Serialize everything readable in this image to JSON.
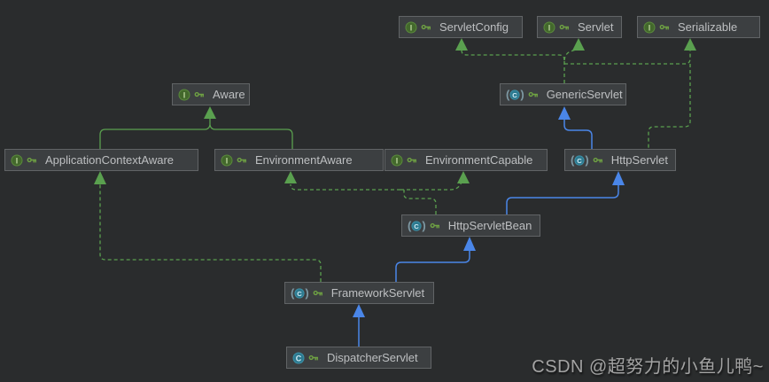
{
  "diagram_title": "DispatcherServlet class hierarchy UML diagram",
  "colors": {
    "background": "#2a2c2d",
    "node_fill": "#3c3f41",
    "node_border": "#616466",
    "node_text": "#bdbfc1",
    "interface_edge_green": "#5aa04f",
    "class_edge_blue": "#4a86e8",
    "interface_icon_green": "#43682c",
    "class_icon_teal": "#2d7a90",
    "key_icon_green": "#6fa243",
    "watermark_gray": "#a3a3a3"
  },
  "nodes": [
    {
      "id": "servletconfig",
      "label": "ServletConfig",
      "kind": "interface"
    },
    {
      "id": "servlet",
      "label": "Servlet",
      "kind": "interface"
    },
    {
      "id": "serializable",
      "label": "Serializable",
      "kind": "interface"
    },
    {
      "id": "aware",
      "label": "Aware",
      "kind": "interface"
    },
    {
      "id": "genericservlet",
      "label": "GenericServlet",
      "kind": "abstract-class"
    },
    {
      "id": "applicationcontextaware",
      "label": "ApplicationContextAware",
      "kind": "interface"
    },
    {
      "id": "environmentaware",
      "label": "EnvironmentAware",
      "kind": "interface"
    },
    {
      "id": "environmentcapable",
      "label": "EnvironmentCapable",
      "kind": "interface"
    },
    {
      "id": "httpservlet",
      "label": "HttpServlet",
      "kind": "abstract-class"
    },
    {
      "id": "httpservletbean",
      "label": "HttpServletBean",
      "kind": "abstract-class"
    },
    {
      "id": "frameworkservlet",
      "label": "FrameworkServlet",
      "kind": "abstract-class"
    },
    {
      "id": "dispatcherservlet",
      "label": "DispatcherServlet",
      "kind": "class"
    }
  ],
  "edges": [
    {
      "from": "GenericServlet",
      "to": "ServletConfig",
      "type": "implements"
    },
    {
      "from": "GenericServlet",
      "to": "Servlet",
      "type": "implements"
    },
    {
      "from": "GenericServlet",
      "to": "Serializable",
      "type": "implements"
    },
    {
      "from": "HttpServlet",
      "to": "Serializable",
      "type": "implements"
    },
    {
      "from": "HttpServlet",
      "to": "GenericServlet",
      "type": "extends"
    },
    {
      "from": "ApplicationContextAware",
      "to": "Aware",
      "type": "extends"
    },
    {
      "from": "EnvironmentAware",
      "to": "Aware",
      "type": "extends"
    },
    {
      "from": "HttpServletBean",
      "to": "EnvironmentAware",
      "type": "implements"
    },
    {
      "from": "HttpServletBean",
      "to": "EnvironmentCapable",
      "type": "implements"
    },
    {
      "from": "HttpServletBean",
      "to": "HttpServlet",
      "type": "extends"
    },
    {
      "from": "FrameworkServlet",
      "to": "ApplicationContextAware",
      "type": "implements"
    },
    {
      "from": "FrameworkServlet",
      "to": "HttpServletBean",
      "type": "extends"
    },
    {
      "from": "DispatcherServlet",
      "to": "FrameworkServlet",
      "type": "extends"
    }
  ],
  "watermark": {
    "text": "CSDN @超努力的小鱼儿鸭~"
  }
}
